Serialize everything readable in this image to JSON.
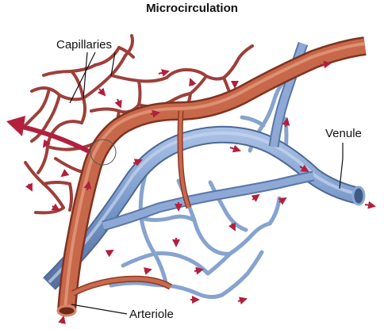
{
  "title": "Microcirculation",
  "labels": {
    "capillaries": "Capillaries",
    "venule": "Venule",
    "arteriole": "Arteriole"
  },
  "colors": {
    "artery": "#c35a3c",
    "artery_dark": "#8f3a26",
    "capillary": "#9e3f3a",
    "vein": "#6f91c4",
    "vein_light": "#9ab3dd",
    "small_vein": "#86a3d0",
    "flow_arrow": "#b2203e"
  }
}
